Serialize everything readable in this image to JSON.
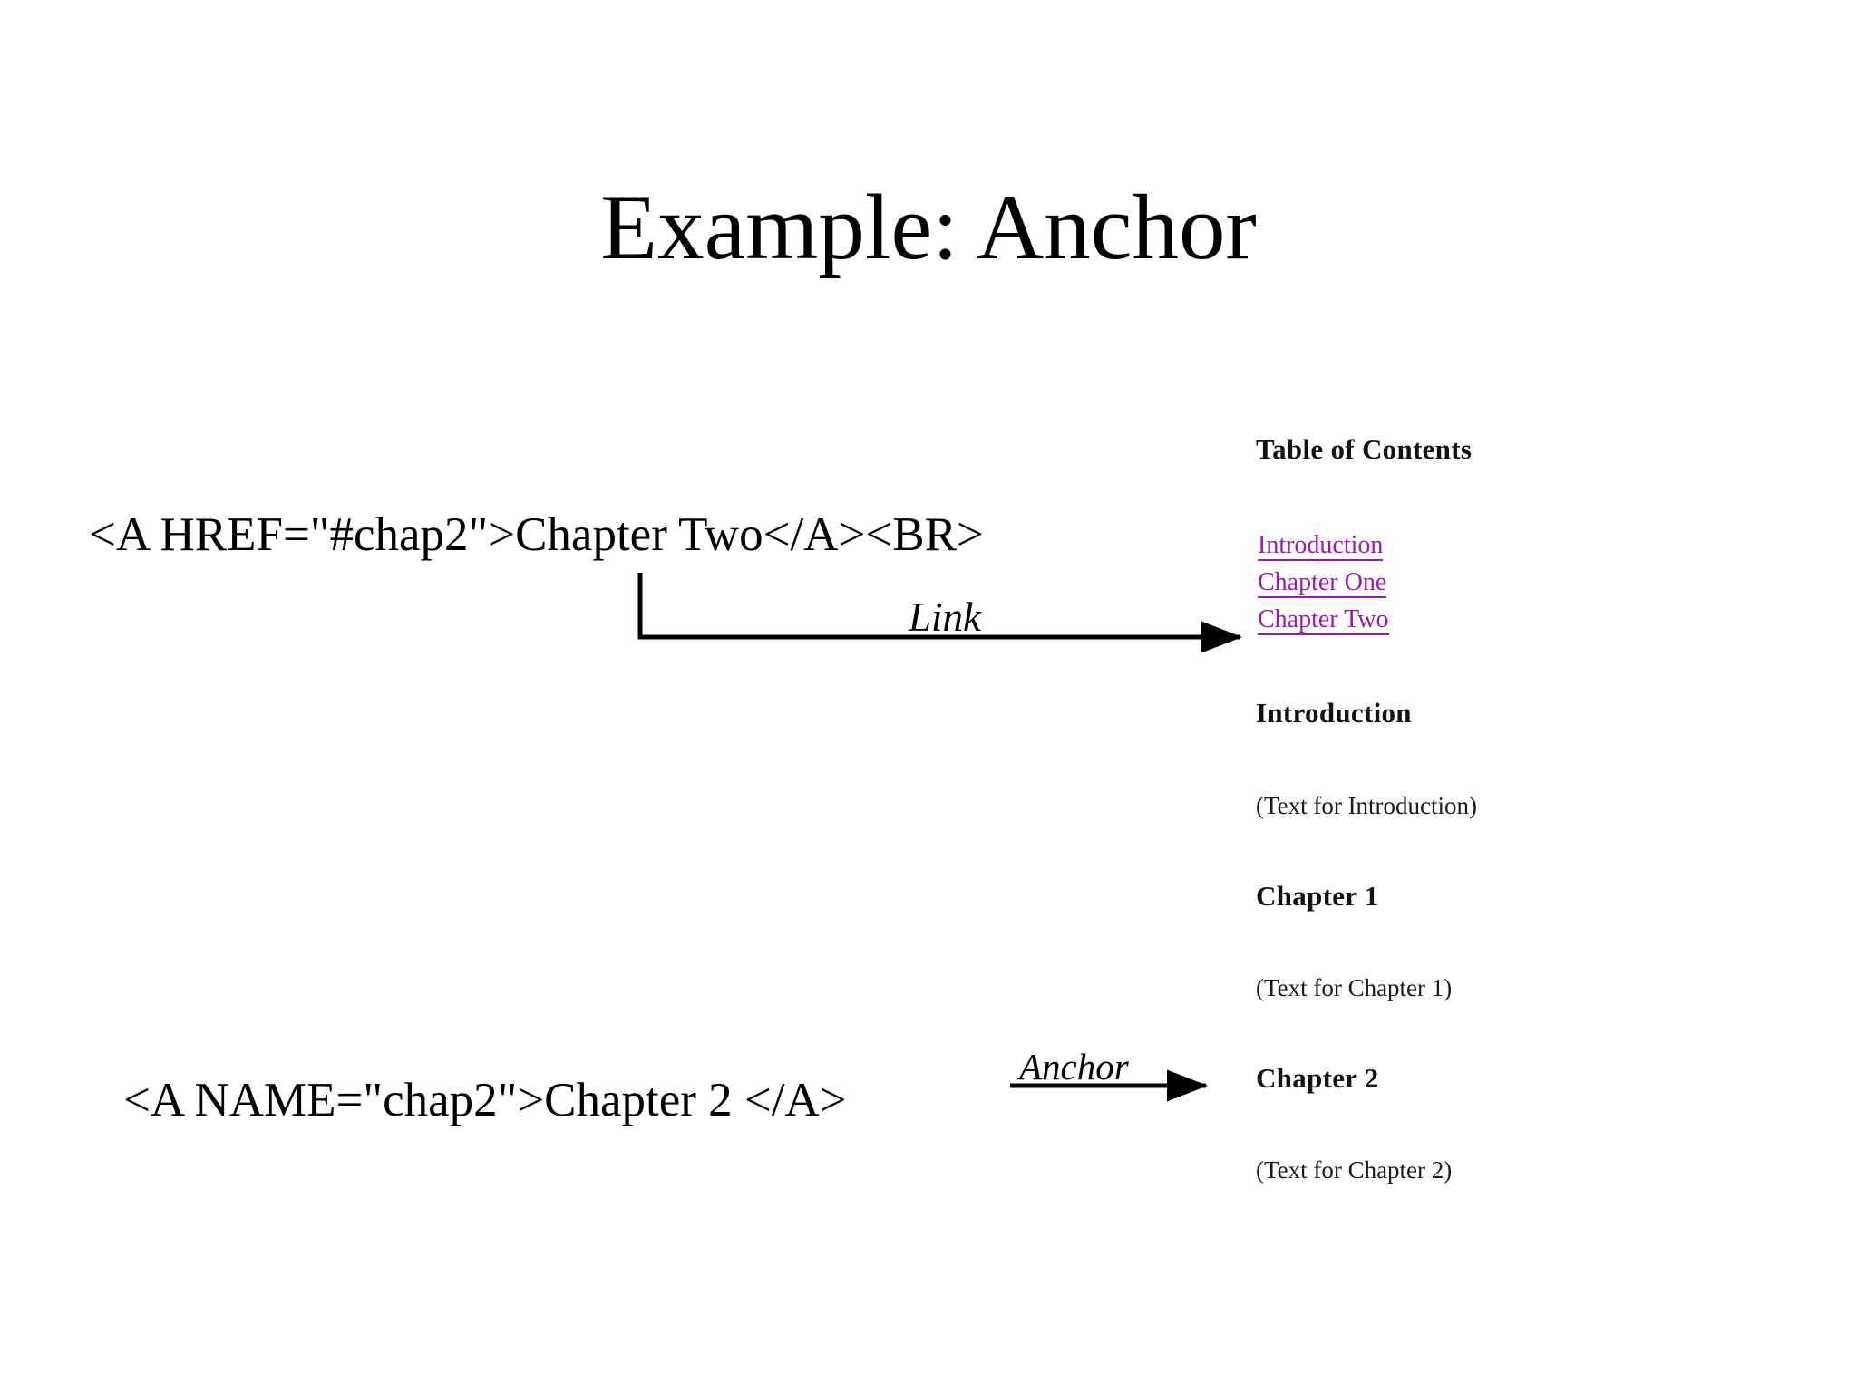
{
  "slide": {
    "title": "Example: Anchor",
    "background_color": "#ffffff",
    "text_color": "#000000"
  },
  "code": {
    "link_markup": "<A HREF=\"#chap2\">Chapter Two</A><BR>",
    "anchor_markup": "<A NAME=\"chap2\">Chapter 2 </A>"
  },
  "annotations": {
    "link_label": "Link",
    "anchor_label": "Anchor"
  },
  "browser_render": {
    "toc_heading": "Table of Contents",
    "toc_links": [
      {
        "label": "Introduction"
      },
      {
        "label": "Chapter One"
      },
      {
        "label": "Chapter Two"
      }
    ],
    "sections": [
      {
        "heading": "Introduction",
        "body": "(Text for Introduction)"
      },
      {
        "heading": "Chapter 1",
        "body": "(Text for Chapter 1)"
      },
      {
        "heading": "Chapter 2",
        "body": "(Text for Chapter 2)"
      }
    ],
    "link_color": "#9b1ab0",
    "heading_color": "#121212",
    "body_color": "#1a1a1a"
  }
}
